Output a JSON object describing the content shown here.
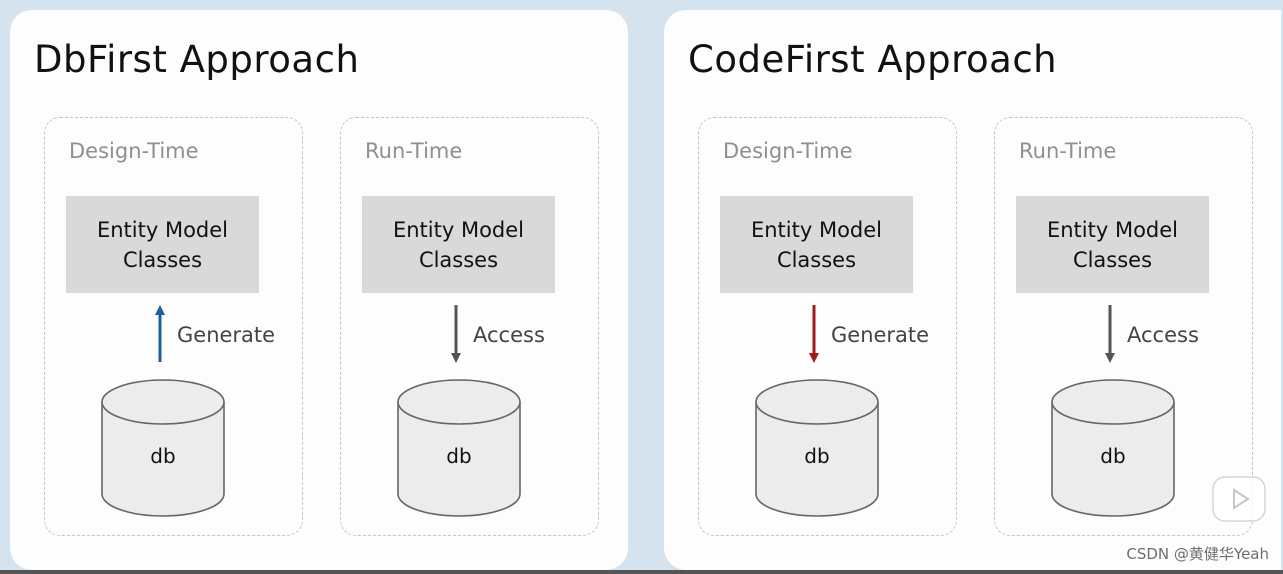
{
  "panels": [
    {
      "title": "DbFirst Approach",
      "phases": [
        {
          "label": "Design-Time",
          "model_line1": "Entity Model",
          "model_line2": "Classes",
          "arrow_label": "Generate",
          "arrow_direction": "up",
          "arrow_color": "#1f5f99",
          "db_label": "db"
        },
        {
          "label": "Run-Time",
          "model_line1": "Entity Model",
          "model_line2": "Classes",
          "arrow_label": "Access",
          "arrow_direction": "down",
          "arrow_color": "#555555",
          "db_label": "db"
        }
      ]
    },
    {
      "title": "CodeFirst Approach",
      "phases": [
        {
          "label": "Design-Time",
          "model_line1": "Entity Model",
          "model_line2": "Classes",
          "arrow_label": "Generate",
          "arrow_direction": "down",
          "arrow_color": "#a31a1a",
          "db_label": "db"
        },
        {
          "label": "Run-Time",
          "model_line1": "Entity Model",
          "model_line2": "Classes",
          "arrow_label": "Access",
          "arrow_direction": "down",
          "arrow_color": "#555555",
          "db_label": "db"
        }
      ]
    }
  ],
  "watermark": "CSDN @黄健华Yeah",
  "icons": {
    "player": "video-play-icon"
  }
}
